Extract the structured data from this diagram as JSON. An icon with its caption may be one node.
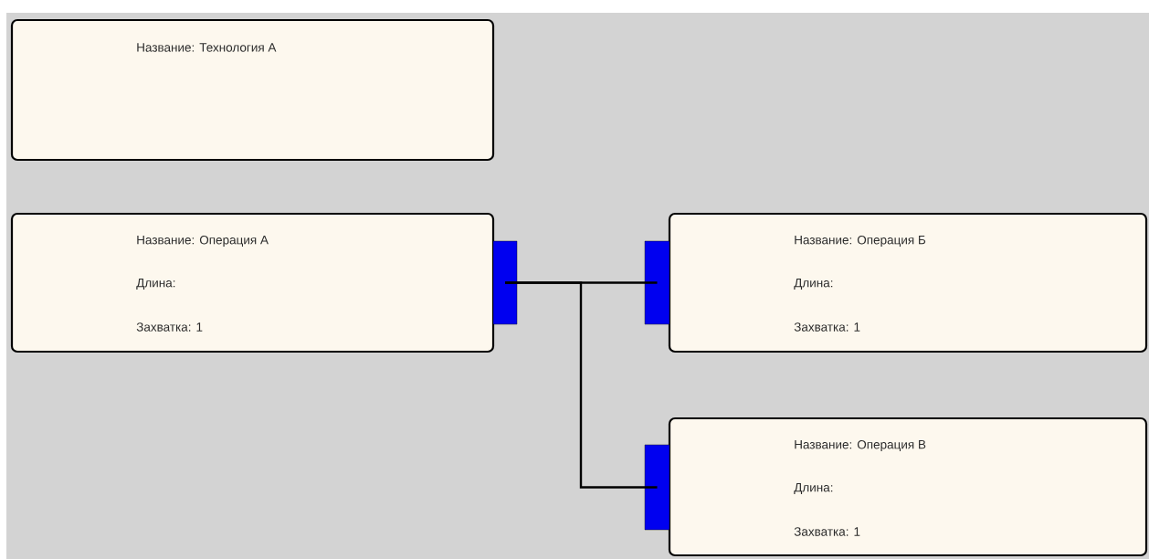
{
  "diagram": {
    "nodes": [
      {
        "text": [
          "Название: Технология А"
        ]
      },
      {
        "text": [
          "Название: Операция А",
          "Длина:",
          "Захватка: 1"
        ]
      },
      {
        "text": [
          "Название: Операция Б",
          "Длина:",
          "Захватка: 1"
        ]
      },
      {
        "text": [
          "Название: Операция В",
          "Длина:",
          "Захватка: 1"
        ]
      },
      {
        "text": [],
        "shape": "bar"
      },
      {
        "text": [],
        "shape": "bar"
      },
      {
        "text": [],
        "shape": "bar"
      }
    ],
    "edges": [
      {
        "from": 4,
        "to": 5,
        "arrow": "none"
      },
      {
        "from": 4,
        "to": 6,
        "arrow": "none"
      }
    ]
  }
}
